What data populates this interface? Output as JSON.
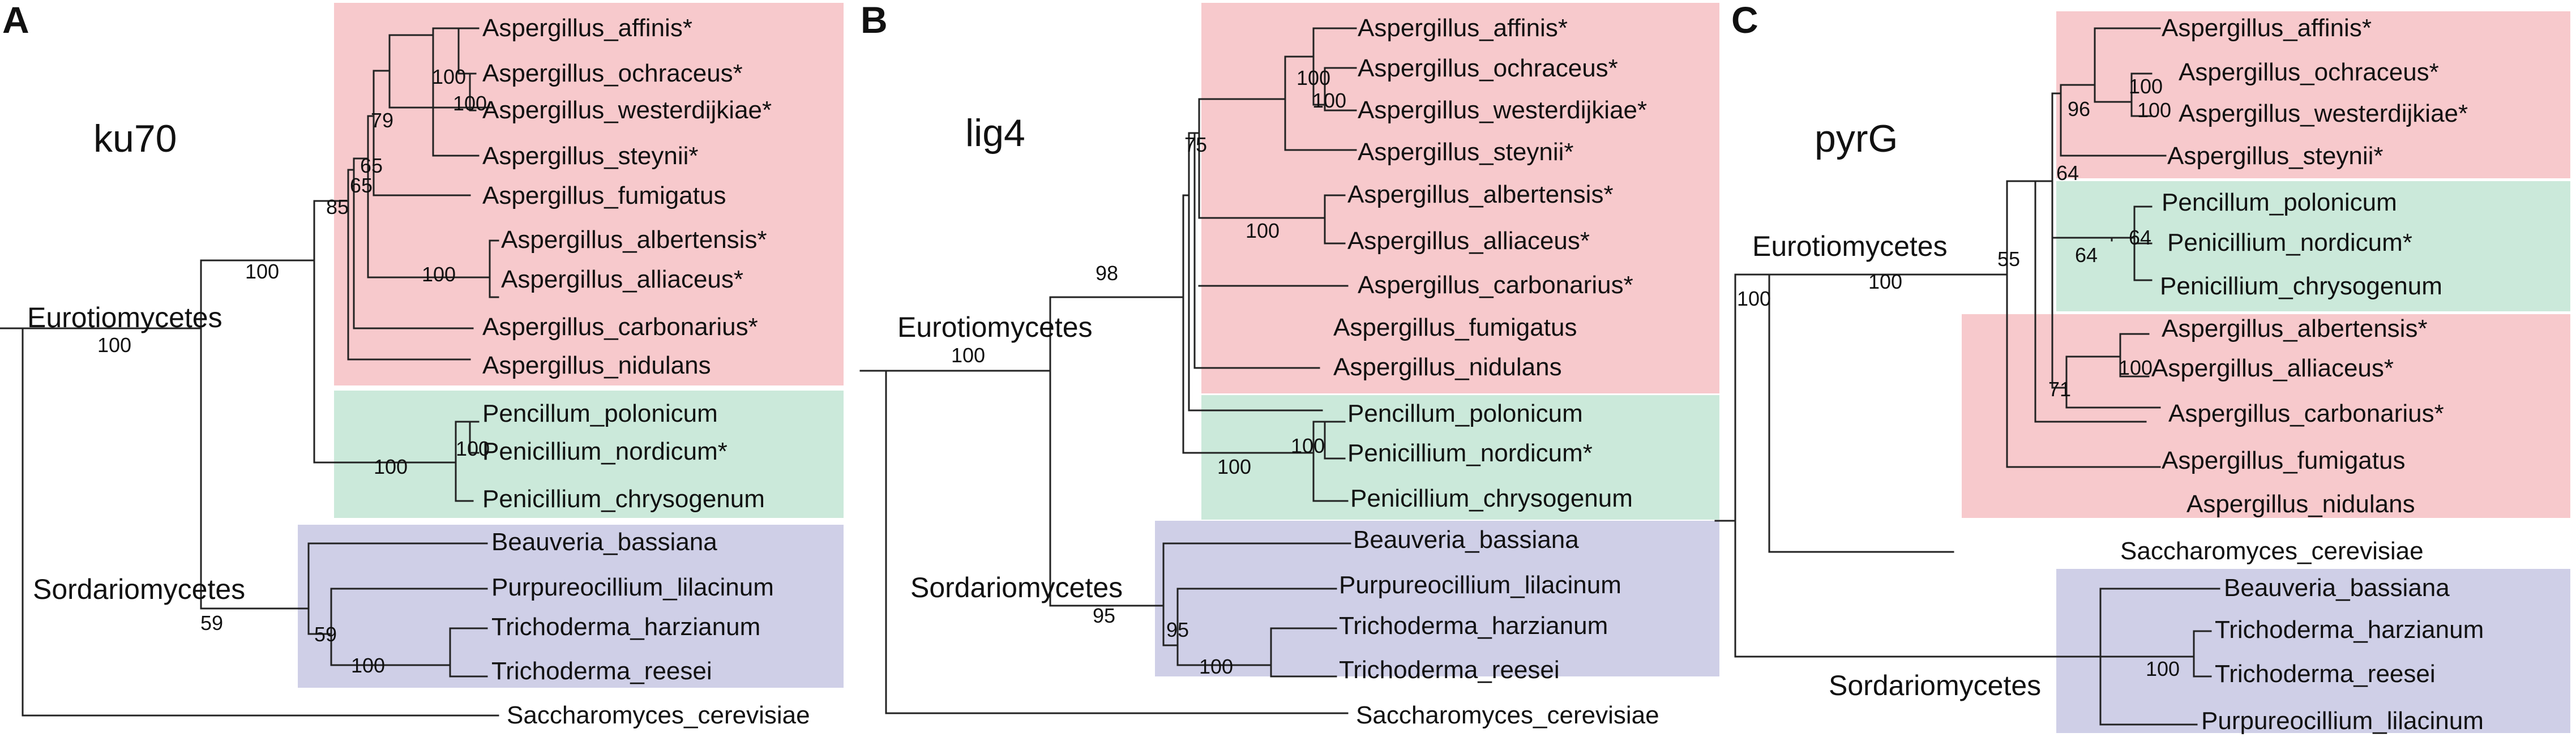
{
  "panels": [
    {
      "label": "A",
      "gene": "ku70",
      "clades": [
        {
          "name": "Eurotiomycetes",
          "bootstrap": "100"
        },
        {
          "name": "Sordariomycetes",
          "bootstrap": "59"
        }
      ],
      "taxa": [
        "Aspergillus_affinis*",
        "Aspergillus_ochraceus*",
        "Aspergillus_westerdijkiae*",
        "Aspergillus_steynii*",
        "Aspergillus_fumigatus",
        "Aspergillus_albertensis*",
        "Aspergillus_alliaceus*",
        "Aspergillus_carbonarius*",
        "Aspergillus_nidulans",
        "Pencillum_polonicum",
        "Penicillium_nordicum*",
        "Penicillium_chrysogenum",
        "Beauveria_bassiana",
        "Purpureocillium_lilacinum",
        "Trichoderma_harzianum",
        "Trichoderma_reesei",
        "Saccharomyces_cerevisiae"
      ],
      "bootstraps": [
        "100",
        "100",
        "79",
        "65",
        "65",
        "100",
        "85",
        "100",
        "100",
        "100",
        "59",
        "100"
      ]
    },
    {
      "label": "B",
      "gene": "lig4",
      "clades": [
        {
          "name": "Eurotiomycetes",
          "bootstrap": "100"
        },
        {
          "name": "Sordariomycetes",
          "bootstrap": "95"
        }
      ],
      "taxa": [
        "Aspergillus_affinis*",
        "Aspergillus_ochraceus*",
        "Aspergillus_westerdijkiae*",
        "Aspergillus_steynii*",
        "Aspergillus_albertensis*",
        "Aspergillus_alliaceus*",
        "Aspergillus_carbonarius*",
        "Aspergillus_fumigatus",
        "Aspergillus_nidulans",
        "Pencillum_polonicum",
        "Penicillium_nordicum*",
        "Penicillium_chrysogenum",
        "Beauveria_bassiana",
        "Purpureocillium_lilacinum",
        "Trichoderma_harzianum",
        "Trichoderma_reesei",
        "Saccharomyces_cerevisiae"
      ],
      "bootstraps": [
        "100",
        "100",
        "75",
        "100",
        "98",
        "100",
        "100",
        "95",
        "100"
      ]
    },
    {
      "label": "C",
      "gene": "pyrG",
      "clades": [
        {
          "name": "Eurotiomycetes",
          "bootstrap": "100"
        },
        {
          "name": "Sordariomycetes",
          "bootstrap": ""
        }
      ],
      "taxa": [
        "Aspergillus_affinis*",
        "Aspergillus_ochraceus*",
        "Aspergillus_westerdijkiae*",
        "Aspergillus_steynii*",
        "Pencillum_polonicum",
        "Penicillium_nordicum*",
        "Penicillium_chrysogenum",
        "Aspergillus_albertensis*",
        "Aspergillus_alliaceus*",
        "Aspergillus_carbonarius*",
        "Aspergillus_fumigatus",
        "Aspergillus_nidulans",
        "Saccharomyces_cerevisiae",
        "Beauveria_bassiana",
        "Trichoderma_harzianum",
        "Trichoderma_reesei",
        "Purpureocillium_lilacinum"
      ],
      "bootstraps": [
        "100",
        "100",
        "96",
        "64",
        "64",
        "64",
        "100",
        "71",
        "55",
        "100",
        "100"
      ]
    }
  ],
  "colors": {
    "aspergillus_box": "#f7c9cc",
    "penicillium_box": "#cbe9da",
    "sordario_box": "#cfcfe7",
    "branch": "#222222"
  }
}
